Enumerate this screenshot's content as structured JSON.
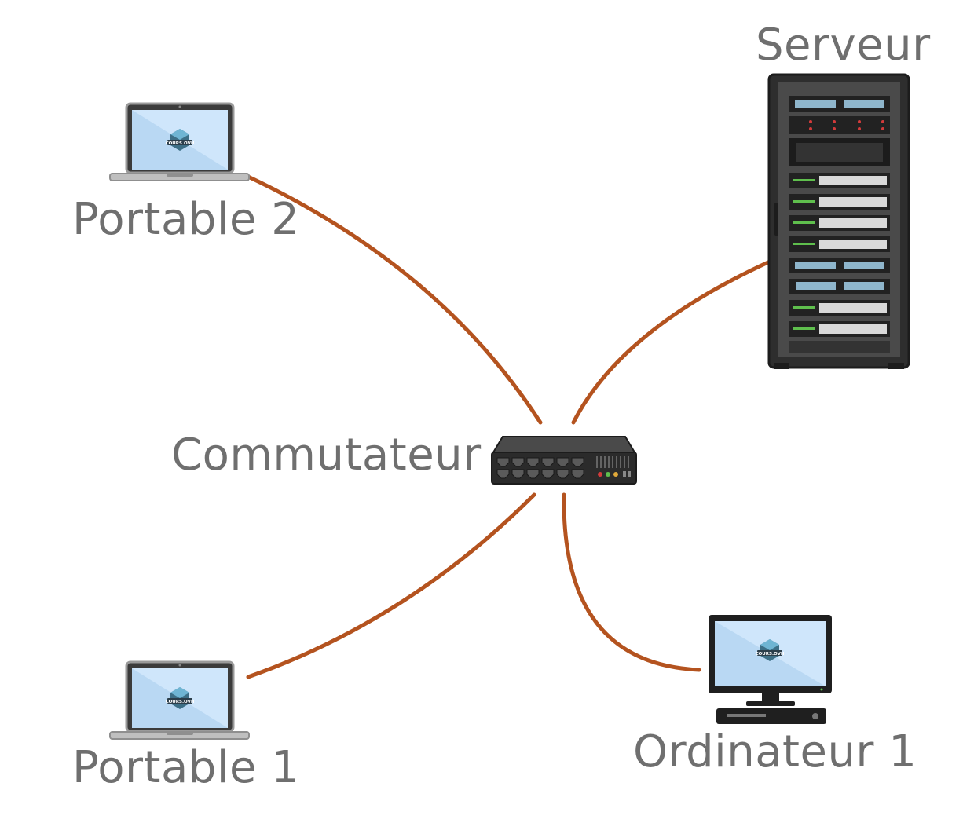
{
  "nodes": {
    "server": {
      "label": "Serveur"
    },
    "laptop2": {
      "label": "Portable 2",
      "screen_logo": "COURS.OVH"
    },
    "switch": {
      "label": "Commutateur"
    },
    "laptop1": {
      "label": "Portable 1",
      "screen_logo": "COURS.OVH"
    },
    "desktop1": {
      "label": "Ordinateur 1",
      "screen_logo": "COURS.OVH"
    }
  },
  "links": [
    {
      "from": "laptop2",
      "to": "switch"
    },
    {
      "from": "server",
      "to": "switch"
    },
    {
      "from": "switch",
      "to": "laptop1"
    },
    {
      "from": "switch",
      "to": "desktop1"
    }
  ],
  "colors": {
    "cable": "#b4531f",
    "label": "#6f6f6f",
    "screen": "#cfe6fb",
    "device_body": "#3a3a3a"
  }
}
